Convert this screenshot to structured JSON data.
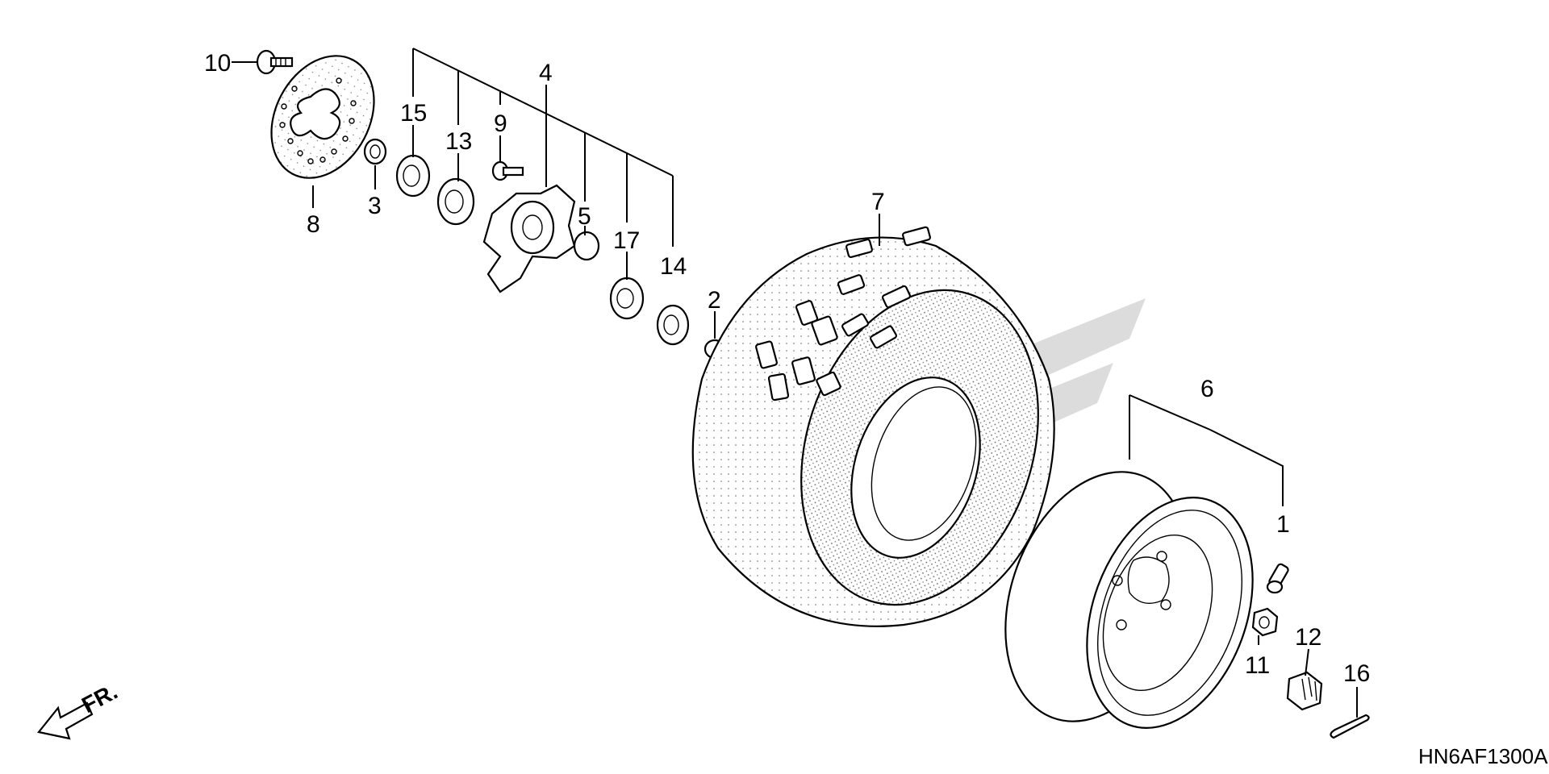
{
  "diagram": {
    "drawing_code": "HN6AF1300A",
    "direction_label": "FR.",
    "callouts": [
      {
        "id": "c10",
        "label": "10"
      },
      {
        "id": "c15",
        "label": "15"
      },
      {
        "id": "c13",
        "label": "13"
      },
      {
        "id": "c9",
        "label": "9"
      },
      {
        "id": "c4",
        "label": "4"
      },
      {
        "id": "c8",
        "label": "8"
      },
      {
        "id": "c3",
        "label": "3"
      },
      {
        "id": "c5",
        "label": "5"
      },
      {
        "id": "c17",
        "label": "17"
      },
      {
        "id": "c14",
        "label": "14"
      },
      {
        "id": "c2",
        "label": "2"
      },
      {
        "id": "c7",
        "label": "7"
      },
      {
        "id": "c6",
        "label": "6"
      },
      {
        "id": "c1",
        "label": "1"
      },
      {
        "id": "c12",
        "label": "12"
      },
      {
        "id": "c11",
        "label": "11"
      },
      {
        "id": "c16",
        "label": "16"
      }
    ]
  }
}
